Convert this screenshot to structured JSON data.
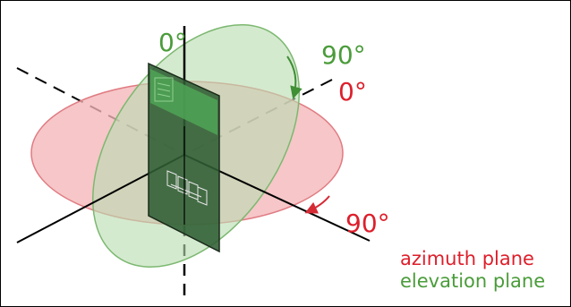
{
  "labels": {
    "elevation_zero": "0°",
    "elevation_ninety": "90°",
    "azimuth_zero": "0°",
    "azimuth_ninety": "90°"
  },
  "legend": {
    "azimuth": "azimuth plane",
    "elevation": "elevation plane"
  },
  "colors": {
    "azimuth": "#dd1f2b",
    "elevation": "#4a9c3a",
    "azimuth_fill": "#f4b6b8",
    "elevation_fill": "#b9ddb2",
    "board": "#2f5d33",
    "axis": "#000000"
  }
}
